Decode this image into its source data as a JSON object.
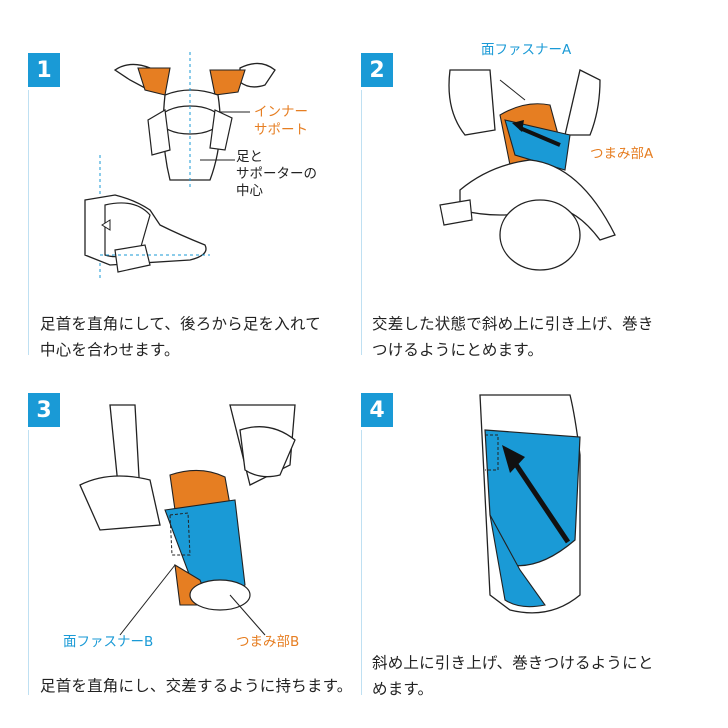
{
  "steps": [
    {
      "number": "1",
      "caption_line1": "足首を直角にして、後ろから足を入れて",
      "caption_line2": "中心を合わせます。",
      "label_inner_line1": "インナー",
      "label_inner_line2": "サポート",
      "label_center_line1": "足と",
      "label_center_line2": "サポーターの",
      "label_center_line3": "中心"
    },
    {
      "number": "2",
      "caption_line1": "交差した状態で斜め上に引き上げ、巻き",
      "caption_line2": "つけるようにとめます。",
      "label_fastener_a": "面ファスナーA",
      "label_grip_a": "つまみ部A"
    },
    {
      "number": "3",
      "caption_line1": "足首を直角にし、交差するように持ちます。",
      "label_fastener_b": "面ファスナーB",
      "label_grip_b": "つまみ部B"
    },
    {
      "number": "4",
      "caption_line1": "斜め上に引き上げ、巻きつけるようにと",
      "caption_line2": "めます。"
    }
  ],
  "colors": {
    "accent_blue": "#1a9ad6",
    "accent_orange": "#e67e22",
    "line": "#222222"
  }
}
